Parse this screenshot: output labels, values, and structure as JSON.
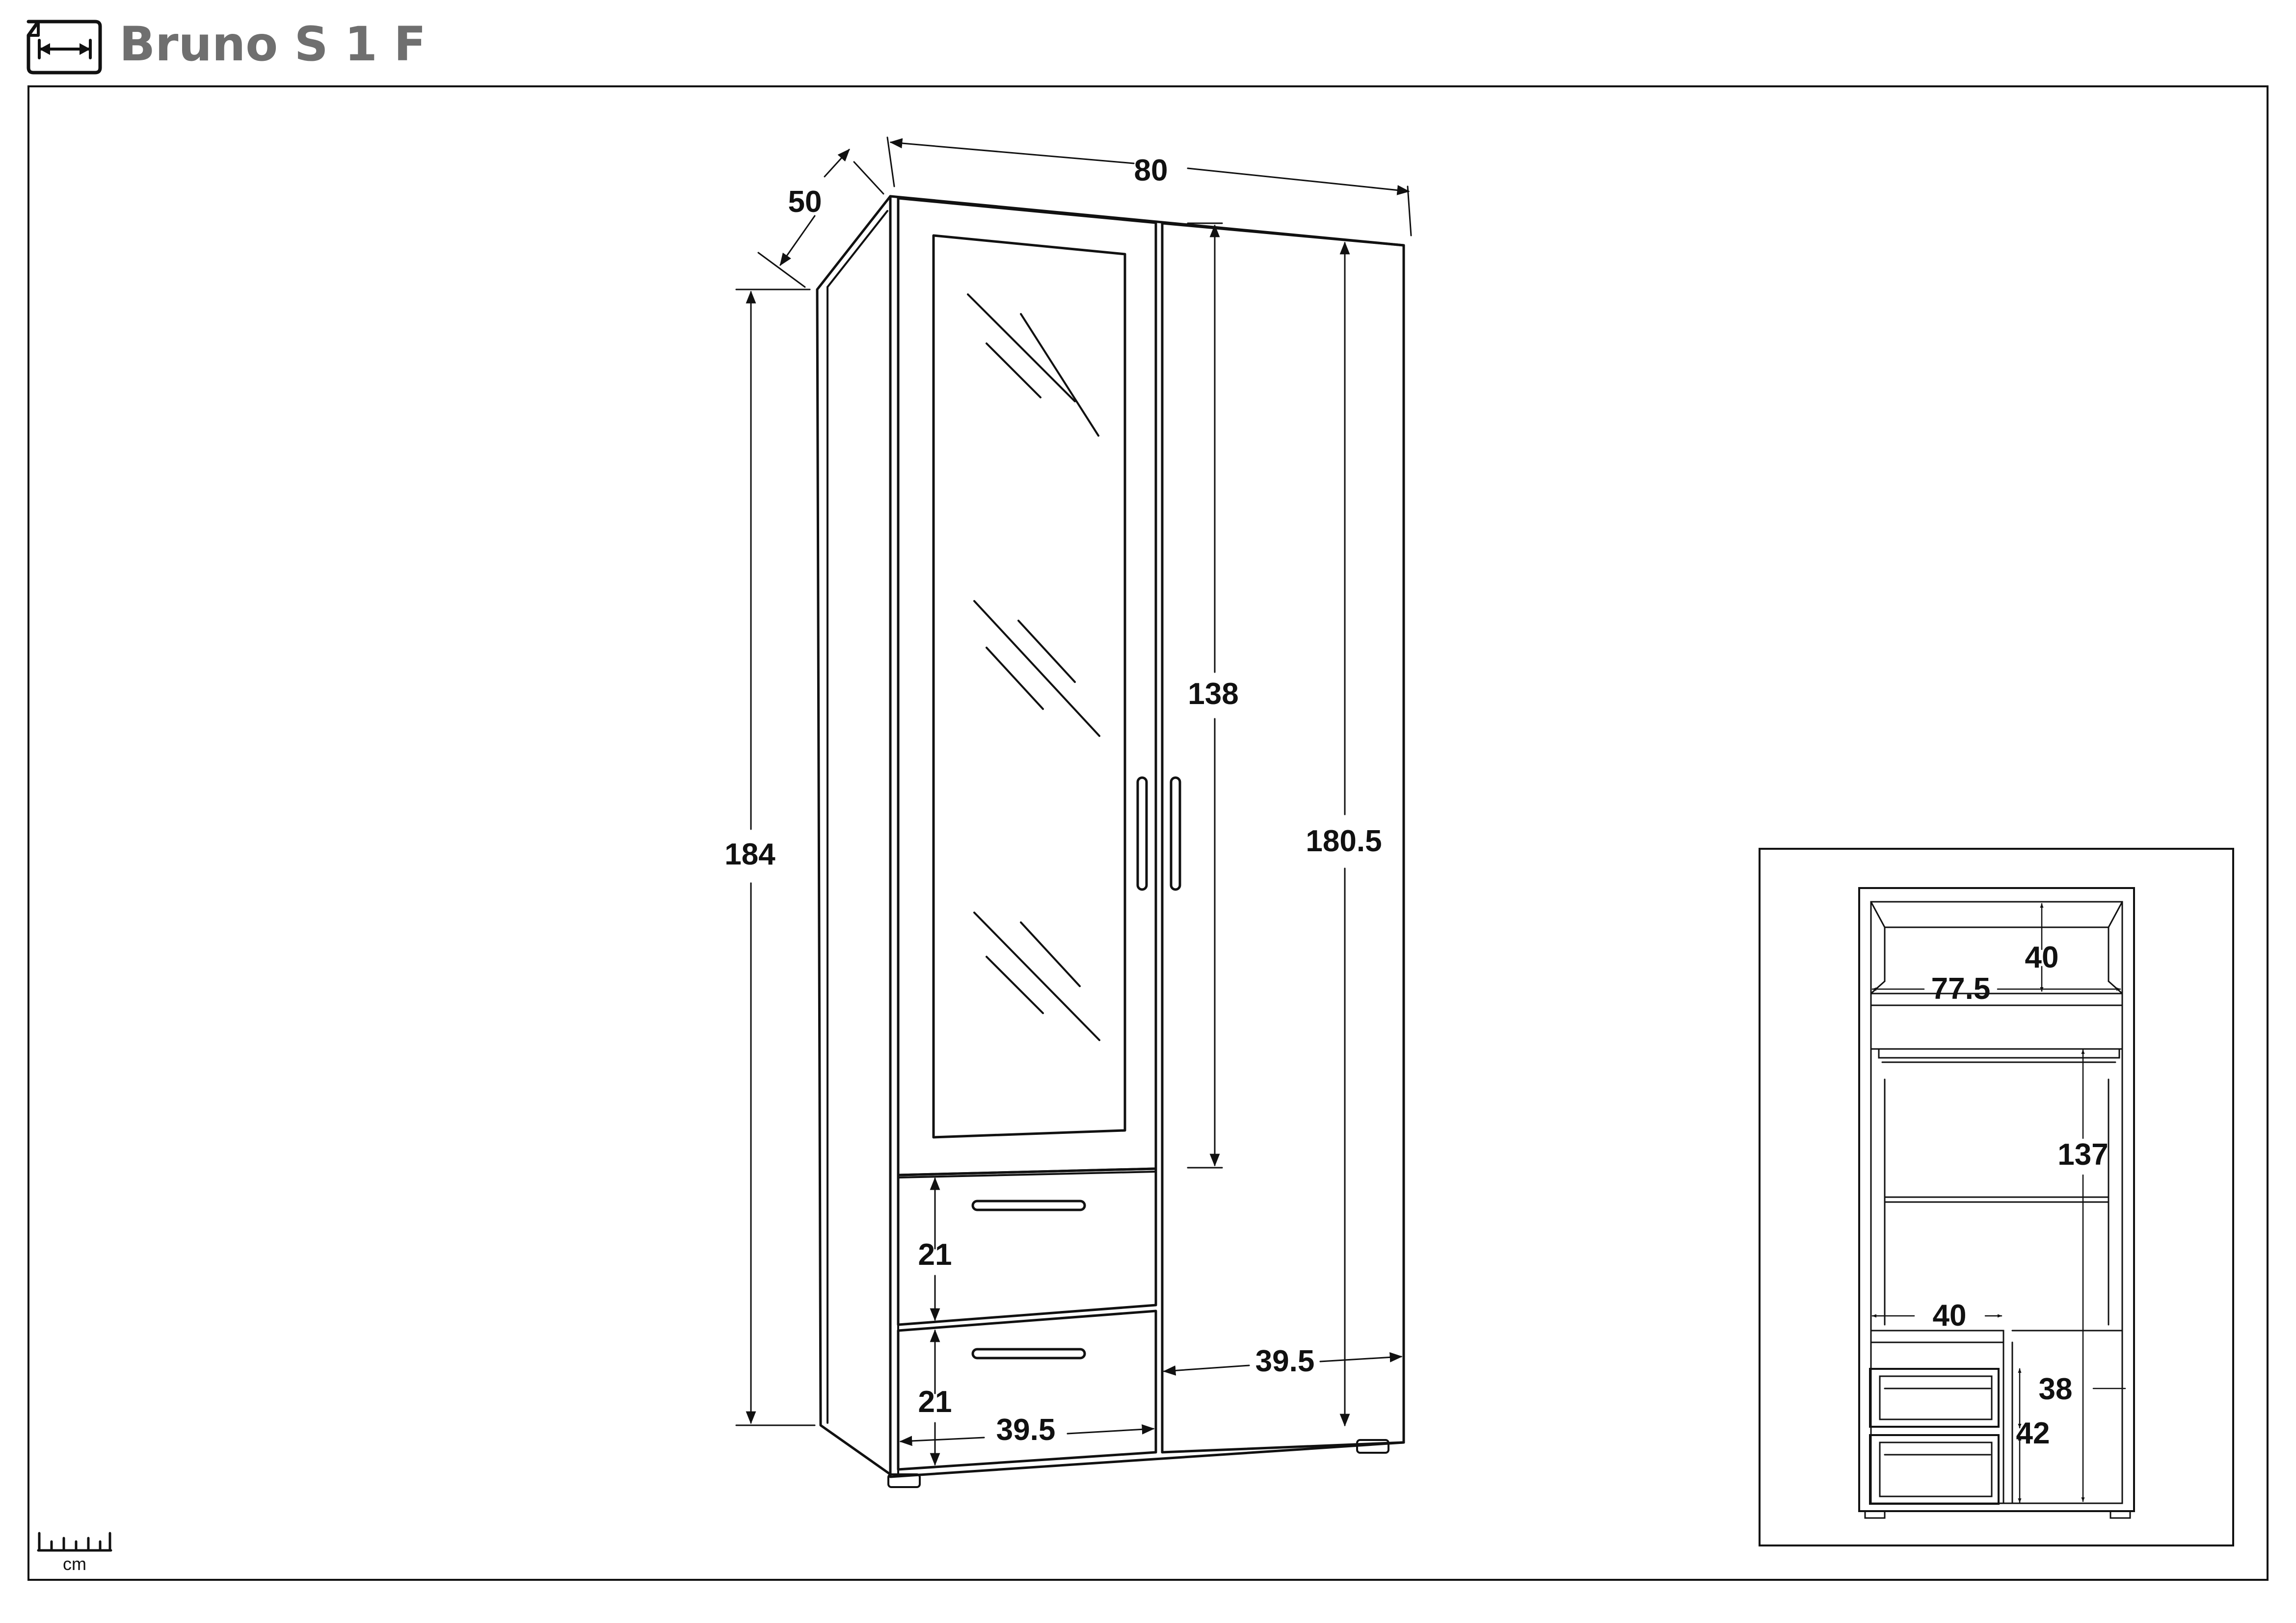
{
  "header": {
    "title": "Bruno S 1 F",
    "icon": "dimensions-icon"
  },
  "main_view": {
    "width": "80",
    "depth": "50",
    "height_total": "184",
    "mirror_door_height": "138",
    "right_door_height": "180.5",
    "drawer_top_height": "21",
    "drawer_bottom_height": "21",
    "drawer_width": "39.5",
    "right_door_width": "39.5"
  },
  "interior_view": {
    "top_shelf_height": "40",
    "inner_width": "77.5",
    "hanging_height": "137",
    "lower_shelf_width": "40",
    "drawer_one_height": "38",
    "drawer_two_height": "42"
  },
  "scale": {
    "unit": "cm"
  }
}
